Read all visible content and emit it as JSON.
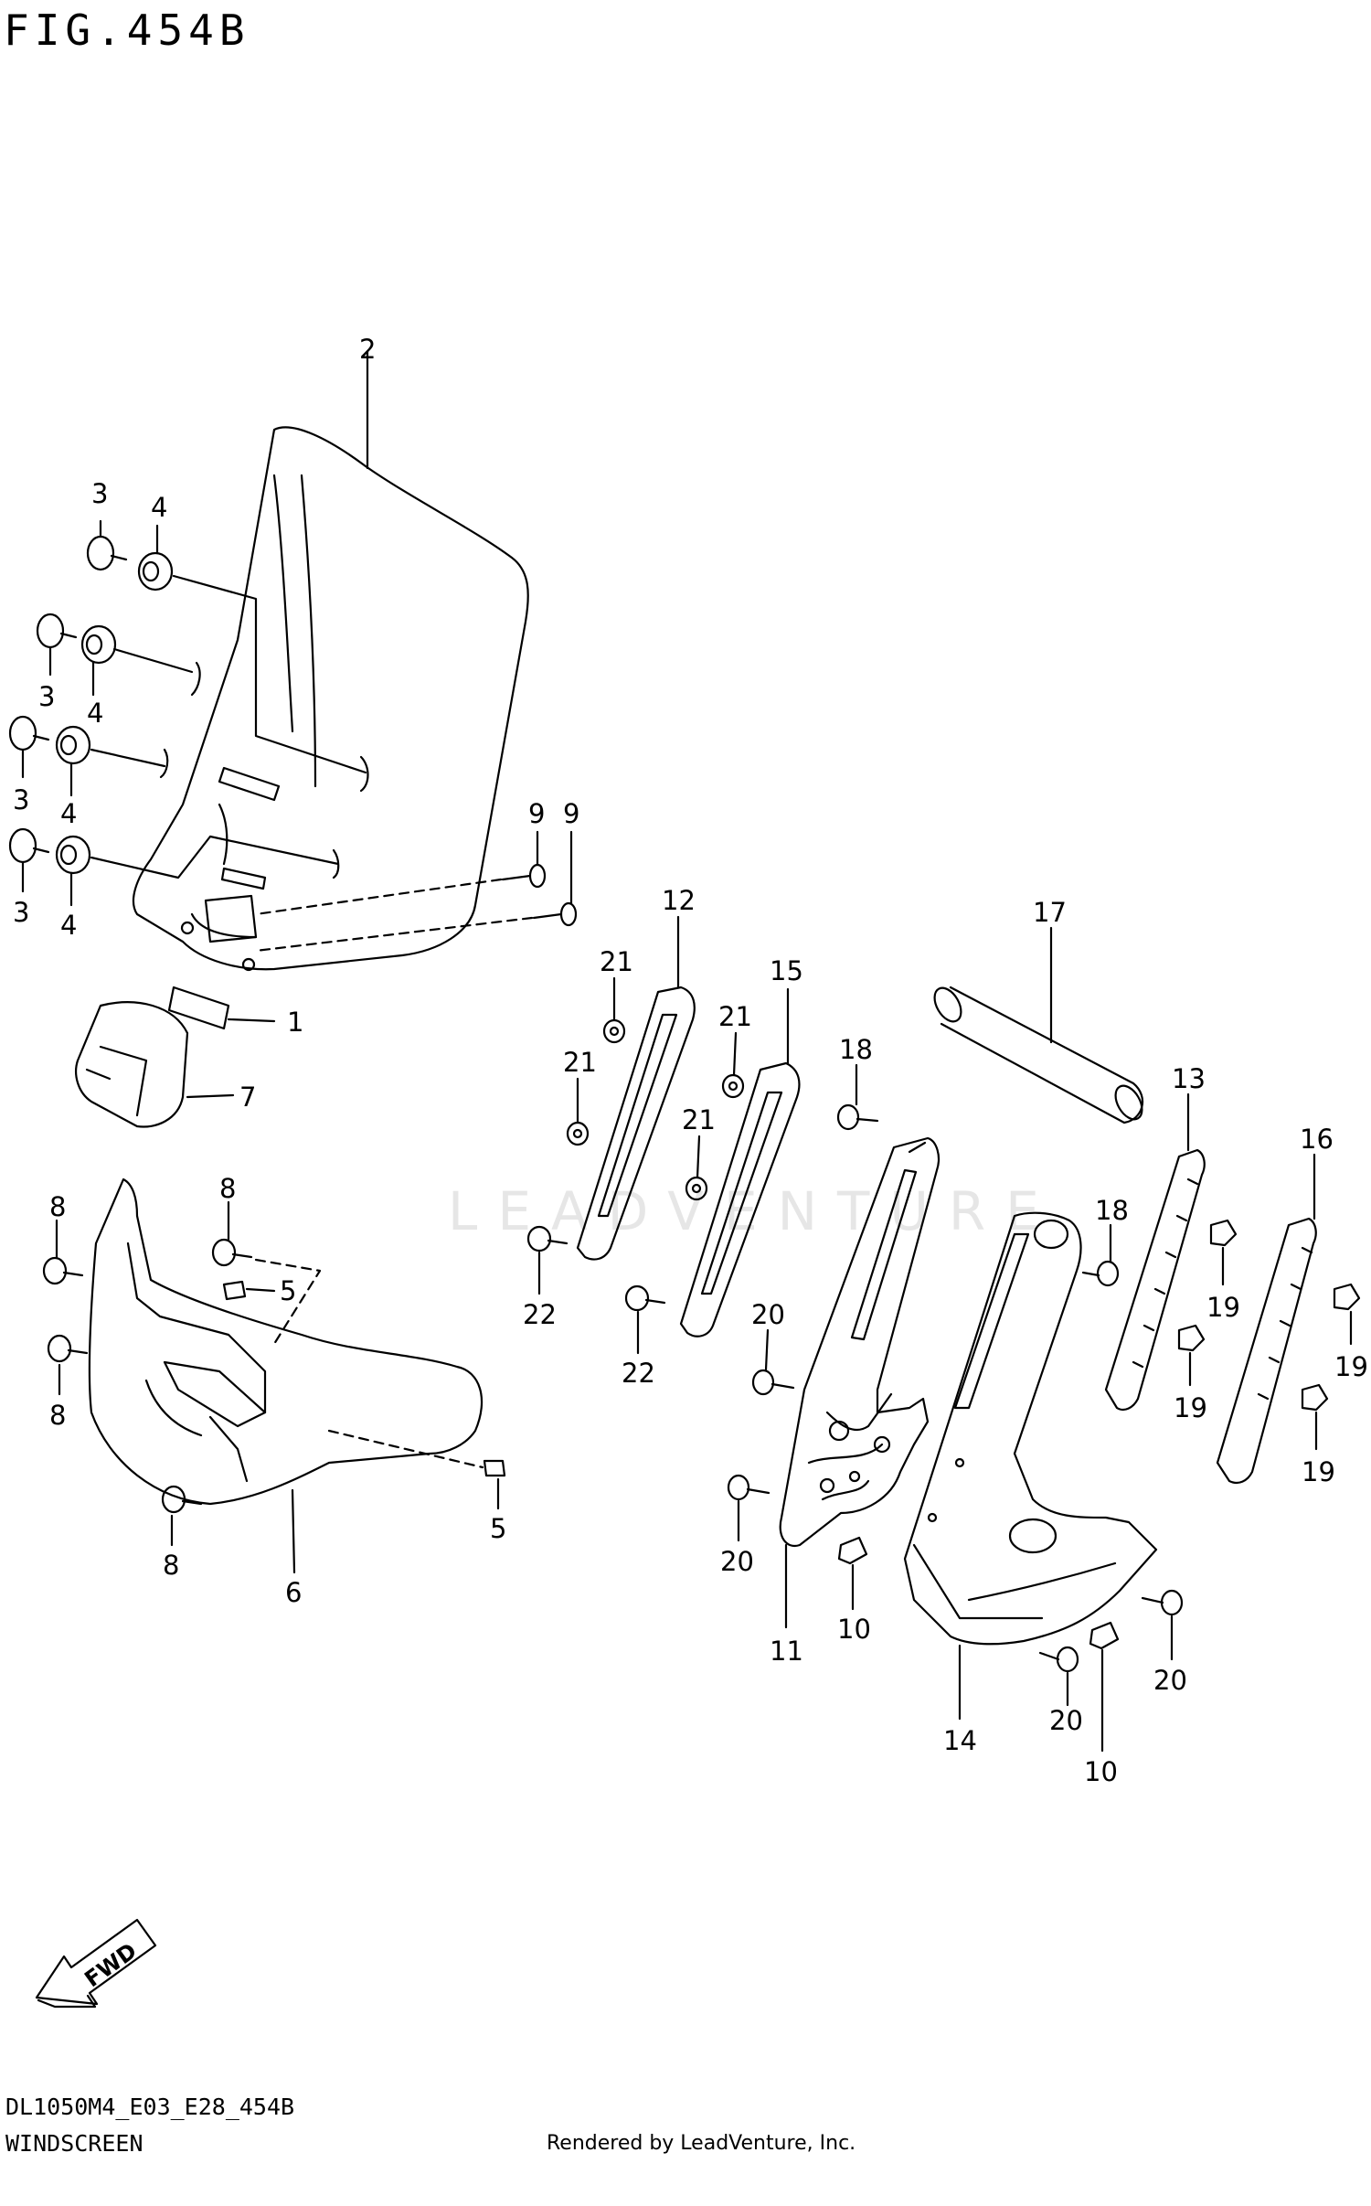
{
  "figure": {
    "title": "FIG.454B",
    "model_code": "DL1050M4_E03_E28_454B",
    "section_name": "WINDSCREEN",
    "credit": "Rendered by LeadVenture, Inc.",
    "watermark": "LEADVENTURE",
    "fwd_label": "FWD"
  },
  "callouts": [
    {
      "id": "c2",
      "text": "2"
    },
    {
      "id": "c3a",
      "text": "3"
    },
    {
      "id": "c4a",
      "text": "4"
    },
    {
      "id": "c3b",
      "text": "3"
    },
    {
      "id": "c4b",
      "text": "4"
    },
    {
      "id": "c3c",
      "text": "3"
    },
    {
      "id": "c4c",
      "text": "4"
    },
    {
      "id": "c3d",
      "text": "3"
    },
    {
      "id": "c4d",
      "text": "4"
    },
    {
      "id": "c9a",
      "text": "9"
    },
    {
      "id": "c9b",
      "text": "9"
    },
    {
      "id": "c1",
      "text": "1"
    },
    {
      "id": "c7",
      "text": "7"
    },
    {
      "id": "c8a",
      "text": "8"
    },
    {
      "id": "c8b",
      "text": "8"
    },
    {
      "id": "c8c",
      "text": "8"
    },
    {
      "id": "c8d",
      "text": "8"
    },
    {
      "id": "c5a",
      "text": "5"
    },
    {
      "id": "c5b",
      "text": "5"
    },
    {
      "id": "c6",
      "text": "6"
    },
    {
      "id": "c12",
      "text": "12"
    },
    {
      "id": "c15",
      "text": "15"
    },
    {
      "id": "c21a",
      "text": "21"
    },
    {
      "id": "c21b",
      "text": "21"
    },
    {
      "id": "c21c",
      "text": "21"
    },
    {
      "id": "c21d",
      "text": "21"
    },
    {
      "id": "c22a",
      "text": "22"
    },
    {
      "id": "c22b",
      "text": "22"
    },
    {
      "id": "c17",
      "text": "17"
    },
    {
      "id": "c18a",
      "text": "18"
    },
    {
      "id": "c18b",
      "text": "18"
    },
    {
      "id": "c13",
      "text": "13"
    },
    {
      "id": "c16",
      "text": "16"
    },
    {
      "id": "c19a",
      "text": "19"
    },
    {
      "id": "c19b",
      "text": "19"
    },
    {
      "id": "c19c",
      "text": "19"
    },
    {
      "id": "c19d",
      "text": "19"
    },
    {
      "id": "c20a",
      "text": "20"
    },
    {
      "id": "c20b",
      "text": "20"
    },
    {
      "id": "c20c",
      "text": "20"
    },
    {
      "id": "c20d",
      "text": "20"
    },
    {
      "id": "c11",
      "text": "11"
    },
    {
      "id": "c10a",
      "text": "10"
    },
    {
      "id": "c14",
      "text": "14"
    },
    {
      "id": "c10b",
      "text": "10"
    }
  ]
}
